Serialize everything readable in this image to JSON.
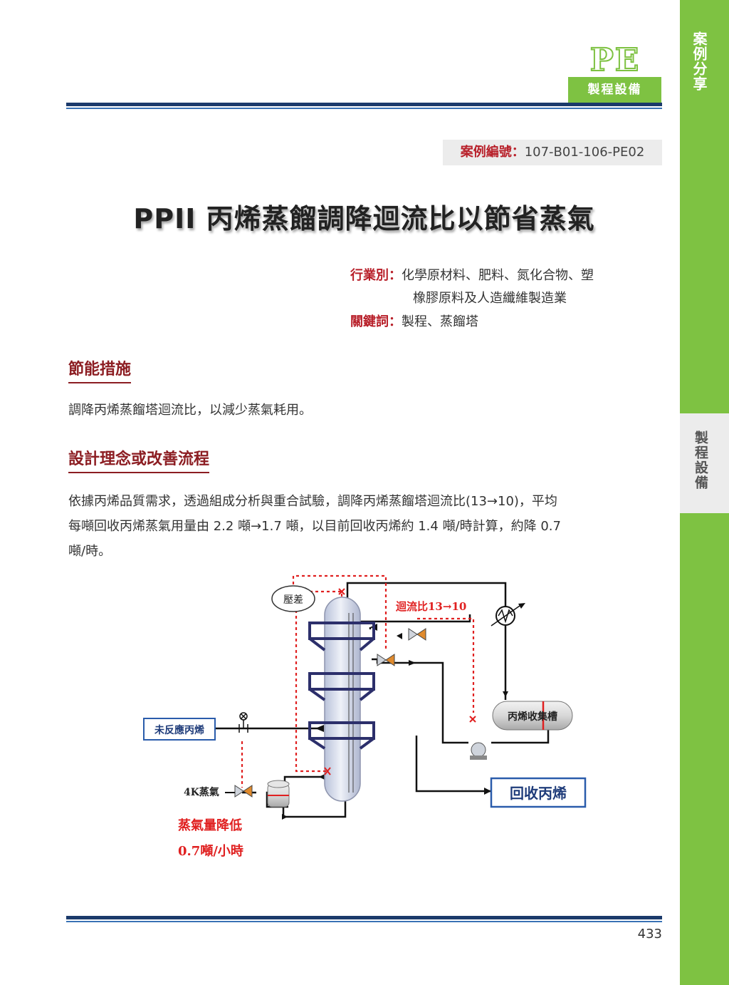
{
  "sidebar": {
    "top_label": "案例分享",
    "tab_label": "製程設備"
  },
  "header": {
    "pe_letters": "PE",
    "pe_label": "製程設備"
  },
  "case": {
    "label": "案例編號：",
    "number": "107-B01-106-PE02"
  },
  "title": "PPII 丙烯蒸餾調降迴流比以節省蒸氣",
  "meta": {
    "industry_label": "行業別：",
    "industry_line1": "化學原材料、肥料、氮化合物、塑",
    "industry_line2": "橡膠原料及人造纖維製造業",
    "keyword_label": "關鍵詞：",
    "keywords": "製程、蒸餾塔"
  },
  "sections": {
    "measure_title": "節能措施",
    "measure_text": "調降丙烯蒸餾塔迴流比，以減少蒸氣耗用。",
    "design_title": "設計理念或改善流程",
    "design_line1": "依據丙烯品質需求，透過組成分析與重合試驗，調降丙烯蒸餾塔迴流比(13→10)，平均",
    "design_line2": "每噸回收丙烯蒸氣用量由 2.2 噸→1.7 噸，以目前回收丙烯約 1.4 噸/時計算，約降 0.7",
    "design_line3": "噸/時。"
  },
  "diagram": {
    "pressure_diff": "壓差",
    "reflux": "迴流比13→10",
    "tank": "丙烯收集槽",
    "feed": "未反應丙烯",
    "steam": "4K蒸氣",
    "product": "回收丙烯",
    "saving_line1": "蒸氣量降低",
    "saving_line2": "0.7噸/小時"
  },
  "page_number": "433",
  "colors": {
    "green": "#7ec242",
    "navy": "#1b3a6b",
    "blue": "#3a72b5",
    "red": "#b8202a",
    "dotted_red": "#e02020"
  }
}
